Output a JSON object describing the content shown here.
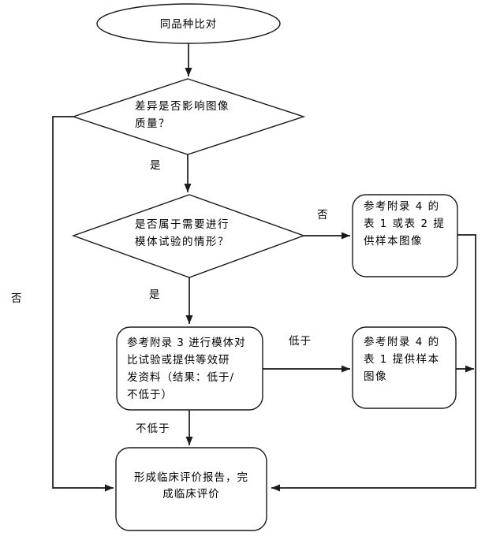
{
  "flowchart": {
    "start": {
      "label": "同品种比对"
    },
    "decision_image_quality": {
      "lines": [
        "差异是否影响图像",
        "质量？"
      ]
    },
    "decision_phantom_test": {
      "lines": [
        "是否属于需要进行",
        "模体试验的情形？"
      ]
    },
    "box_appendix4_table1or2": {
      "lines": [
        "参考附录 4 的",
        "表 1 或表 2 提",
        "供样本图像"
      ]
    },
    "box_phantom_comparison": {
      "lines": [
        "参考附录 3 进行模体对",
        "比试验或提供等效研",
        "发资料（结果：低于/",
        "不低于）"
      ]
    },
    "box_appendix4_table1": {
      "lines": [
        "参考附录 4 的",
        "表 1 提供样本",
        "图像"
      ]
    },
    "box_final": {
      "lines": [
        "形成临床评价报告，完",
        "成临床评价"
      ]
    },
    "labels": {
      "yes_1": "是",
      "yes_2": "是",
      "no_right": "否",
      "no_left": "否",
      "lower": "低于",
      "not_lower": "不低于"
    }
  },
  "colors": {
    "line": "#1a1a1a",
    "background": "#ffffff",
    "shape_fill": "#ffffff"
  }
}
